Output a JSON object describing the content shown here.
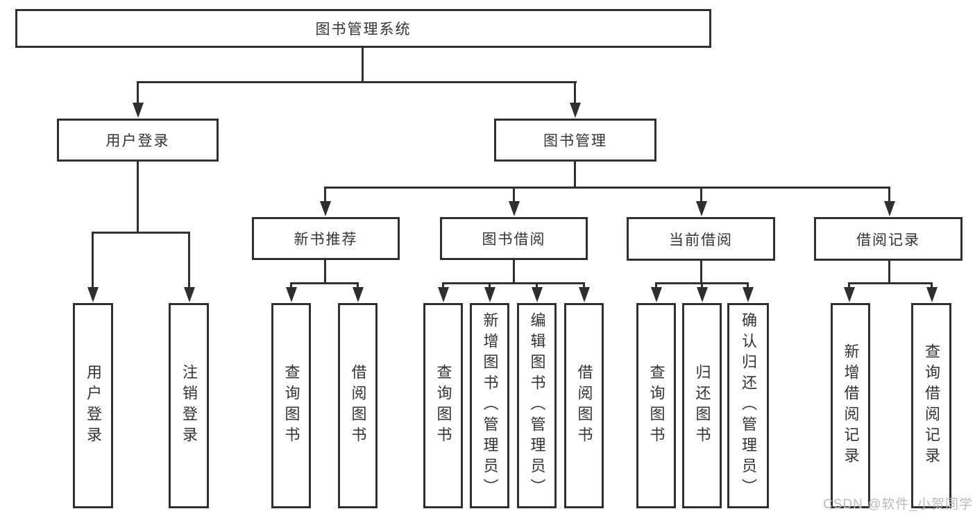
{
  "diagram": {
    "root": {
      "label": "图书管理系统"
    },
    "branches": [
      {
        "label": "用户登录",
        "children": [
          {
            "label": "用户登录"
          },
          {
            "label": "注销登录"
          }
        ]
      },
      {
        "label": "图书管理",
        "children": [
          {
            "label": "新书推荐",
            "children": [
              {
                "label": "查询图书"
              },
              {
                "label": "借阅图书"
              }
            ]
          },
          {
            "label": "图书借阅",
            "children": [
              {
                "label": "查询图书"
              },
              {
                "label": "新增图书（管理员）"
              },
              {
                "label": "编辑图书（管理员）"
              },
              {
                "label": "借阅图书"
              }
            ]
          },
          {
            "label": "当前借阅",
            "children": [
              {
                "label": "查询图书"
              },
              {
                "label": "归还图书"
              },
              {
                "label": "确认归还（管理员）"
              }
            ]
          },
          {
            "label": "借阅记录",
            "children": [
              {
                "label": "新增借阅记录"
              },
              {
                "label": "查询借阅记录"
              }
            ]
          }
        ]
      }
    ]
  },
  "watermark": {
    "text": "CSDN @软件_小贺同学"
  },
  "colors": {
    "line": "#2f2f2f",
    "text": "#333333",
    "watermark": "#b9babd",
    "background": "#ffffff"
  }
}
